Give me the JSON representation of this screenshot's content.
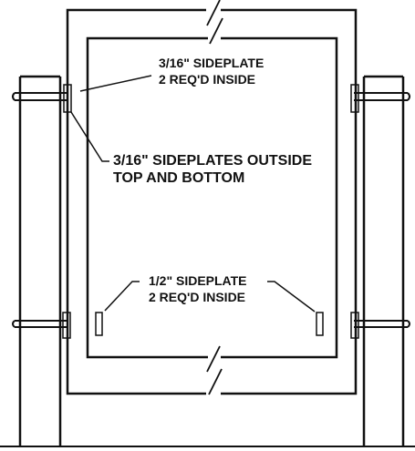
{
  "labels": {
    "sideplate_top_line1": "3/16\" SIDEPLATE",
    "sideplate_top_line2": "2 REQ'D INSIDE",
    "sideplates_outside_line1": "3/16\" SIDEPLATES OUTSIDE",
    "sideplates_outside_line2": "TOP AND BOTTOM",
    "sideplate_bottom_line1": "1/2\" SIDEPLATE",
    "sideplate_bottom_line2": "2 REQ'D INSIDE"
  },
  "colors": {
    "ink": "#111111",
    "background": "#ffffff"
  }
}
